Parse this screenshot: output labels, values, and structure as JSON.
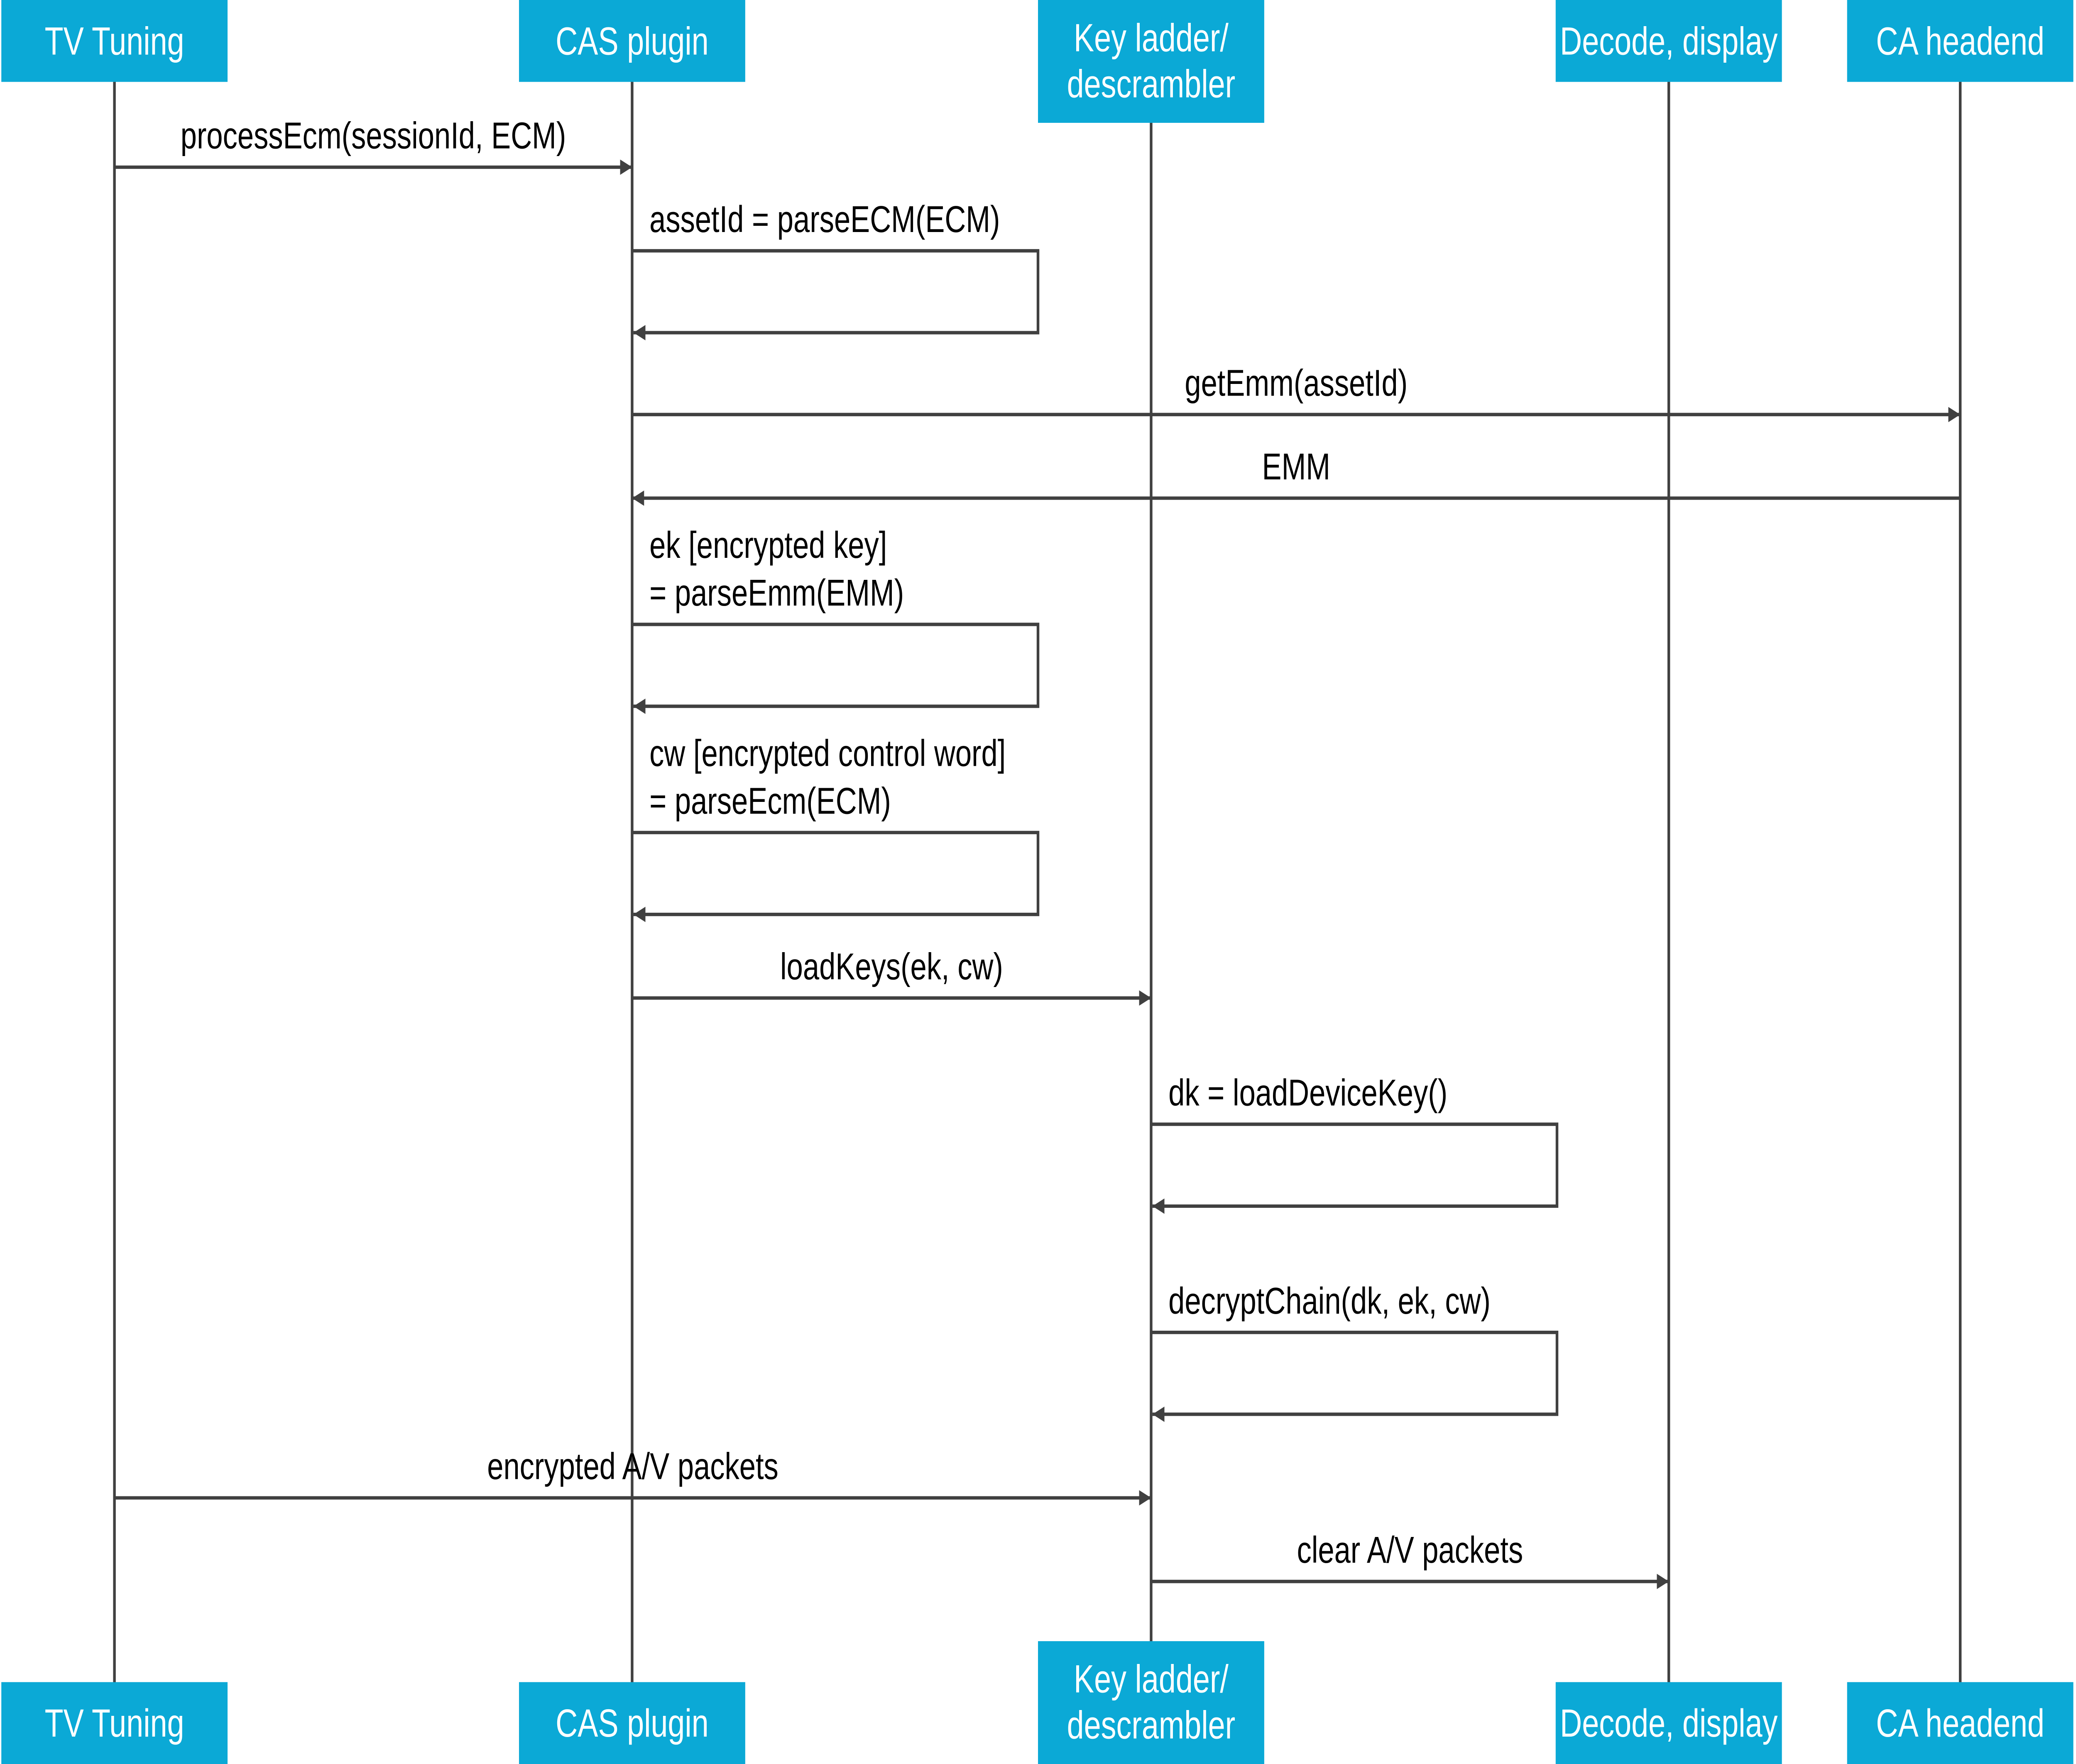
{
  "colors": {
    "participant_fill": "#0ba9d6",
    "participant_text": "#ffffff",
    "line": "#404040",
    "message_text": "#000000"
  },
  "participants": [
    {
      "id": "tv",
      "label": [
        "TV Tuning"
      ]
    },
    {
      "id": "cas",
      "label": [
        "CAS plugin"
      ]
    },
    {
      "id": "key",
      "label": [
        "Key ladder/",
        "descrambler"
      ]
    },
    {
      "id": "dec",
      "label": [
        "Decode, display"
      ]
    },
    {
      "id": "ca",
      "label": [
        "CA headend"
      ]
    }
  ],
  "messages": [
    {
      "from": "tv",
      "to": "cas",
      "label": [
        "processEcm(sessionId, ECM)"
      ]
    },
    {
      "from": "cas",
      "to": "cas",
      "label": [
        "assetId = parseECM(ECM)"
      ]
    },
    {
      "from": "cas",
      "to": "ca",
      "label": [
        "getEmm(assetId)"
      ]
    },
    {
      "from": "ca",
      "to": "cas",
      "label": [
        "EMM"
      ]
    },
    {
      "from": "cas",
      "to": "cas",
      "label": [
        "ek [encrypted key]",
        "= parseEmm(EMM)"
      ]
    },
    {
      "from": "cas",
      "to": "cas",
      "label": [
        "cw [encrypted control word]",
        "= parseEcm(ECM)"
      ]
    },
    {
      "from": "cas",
      "to": "key",
      "label": [
        "loadKeys(ek, cw)"
      ]
    },
    {
      "from": "key",
      "to": "key",
      "label": [
        "dk = loadDeviceKey()"
      ]
    },
    {
      "from": "key",
      "to": "key",
      "label": [
        "decryptChain(dk, ek, cw)"
      ]
    },
    {
      "from": "tv",
      "to": "key",
      "label": [
        "encrypted A/V packets"
      ]
    },
    {
      "from": "key",
      "to": "dec",
      "label": [
        "clear A/V packets"
      ]
    }
  ]
}
